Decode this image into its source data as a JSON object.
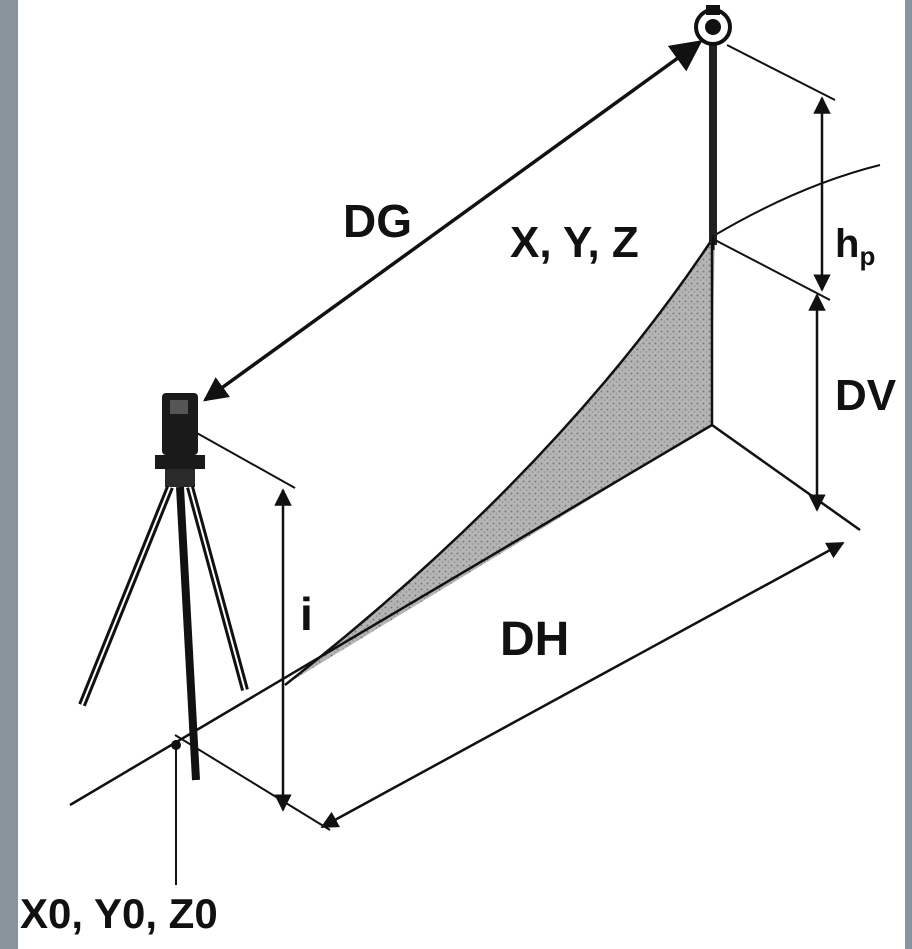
{
  "diagram": {
    "labels": {
      "slope_distance": "DG",
      "target_point": "X, Y, Z",
      "prism_height": "h",
      "prism_height_subscript": "p",
      "vertical_distance": "DV",
      "instrument_height": "i",
      "horizontal_distance": "DH",
      "station_point": "X0, Y0, Z0"
    },
    "colors": {
      "line": "#111111",
      "shade": "#9a9a9a",
      "frame": "#8a949c"
    }
  }
}
